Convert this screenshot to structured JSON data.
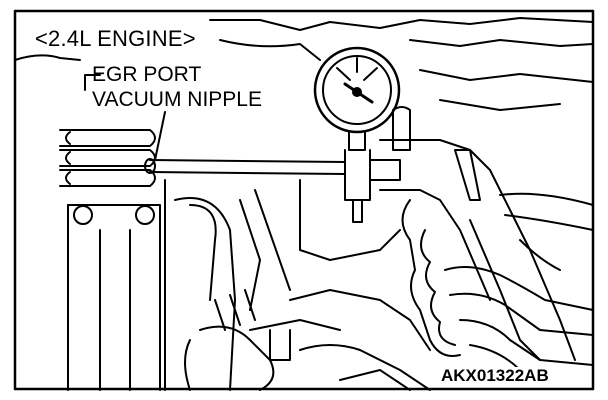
{
  "engine_label": "<2.4L ENGINE>",
  "callout": {
    "line1": "EGR PORT",
    "line2": "VACUUM NIPPLE"
  },
  "figure_code": "AKX01322AB",
  "colors": {
    "ink": "#000000",
    "paper": "#ffffff"
  }
}
